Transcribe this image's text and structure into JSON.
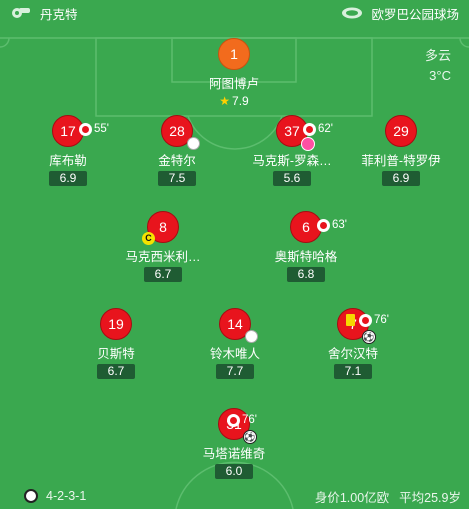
{
  "header": {
    "team": "丹克特",
    "venue": "欧罗巴公园球场",
    "team_icon": "whistle-icon",
    "venue_icon": "stadium-icon"
  },
  "weather": {
    "condition": "多云",
    "temperature": "3°C"
  },
  "players": [
    {
      "number": "1",
      "name": "阿图博卢",
      "rating": "7.9",
      "best": true,
      "gk": true
    },
    {
      "number": "17",
      "name": "库布勒",
      "rating": "6.9",
      "sub_minute": "55'"
    },
    {
      "number": "28",
      "name": "金特尔",
      "rating": "7.5",
      "assist": true
    },
    {
      "number": "37",
      "name": "马克斯-罗森…",
      "rating": "5.6",
      "sub_minute": "62'",
      "owngoal": true
    },
    {
      "number": "29",
      "name": "菲利普-特罗伊",
      "rating": "6.9"
    },
    {
      "number": "8",
      "name": "马克西米利…",
      "rating": "6.7",
      "captain": "C"
    },
    {
      "number": "6",
      "name": "奥斯特哈格",
      "rating": "6.8",
      "sub_minute": "63'"
    },
    {
      "number": "19",
      "name": "贝斯特",
      "rating": "6.7"
    },
    {
      "number": "14",
      "name": "铃木唯人",
      "rating": "7.7",
      "assist": true
    },
    {
      "number": "7",
      "name": "舍尔汉特",
      "rating": "7.1",
      "sub_minute": "76'",
      "yellow": true,
      "goal": true
    },
    {
      "number": "31",
      "name": "马塔诺维奇",
      "rating": "6.0",
      "sub_minute": "76'",
      "goal": true
    }
  ],
  "footer": {
    "formation": "4-2-3-1",
    "value": "身价1.00亿欧",
    "age": "平均25.9岁",
    "club_icon": "club-crest-icon"
  },
  "colors": {
    "pitch": "#3aa84f",
    "player": "#e8141d",
    "goalkeeper": "#f26b1d",
    "rating_bg": "#1f5c33"
  }
}
